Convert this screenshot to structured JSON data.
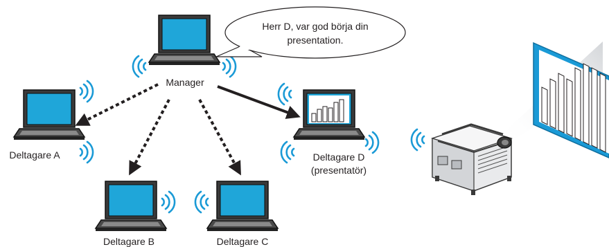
{
  "speech_bubble": {
    "line1": "Herr D, var god börja din",
    "line2": "presentation."
  },
  "nodes": {
    "manager": {
      "label": "Manager",
      "icon": "laptop-icon"
    },
    "participant_a": {
      "label": "Deltagare A",
      "icon": "laptop-icon"
    },
    "participant_b": {
      "label": "Deltagare B",
      "icon": "laptop-icon"
    },
    "participant_c": {
      "label": "Deltagare C",
      "icon": "laptop-icon"
    },
    "participant_d": {
      "label_line1": "Deltagare D",
      "label_line2": "(presentatör)",
      "icon": "laptop-with-chart-icon"
    },
    "projector": {
      "icon": "projector-icon"
    },
    "screen": {
      "icon": "projection-screen-icon"
    }
  },
  "colors": {
    "laptop_screen": "#1fa6d9",
    "screen_accent": "#1a9ad6",
    "line": "#231f20"
  }
}
